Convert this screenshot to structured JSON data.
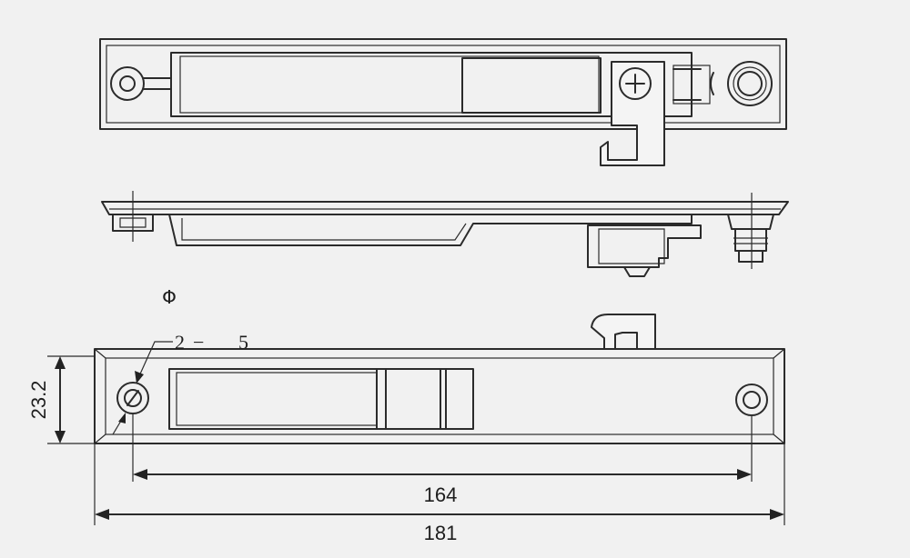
{
  "dimensions": {
    "height": "23.2",
    "hole_spacing": "164",
    "overall_length": "181"
  },
  "hole_callout": {
    "count_label": "2",
    "dash": "−",
    "diameter": "5",
    "diameter_symbol": "Φ"
  }
}
